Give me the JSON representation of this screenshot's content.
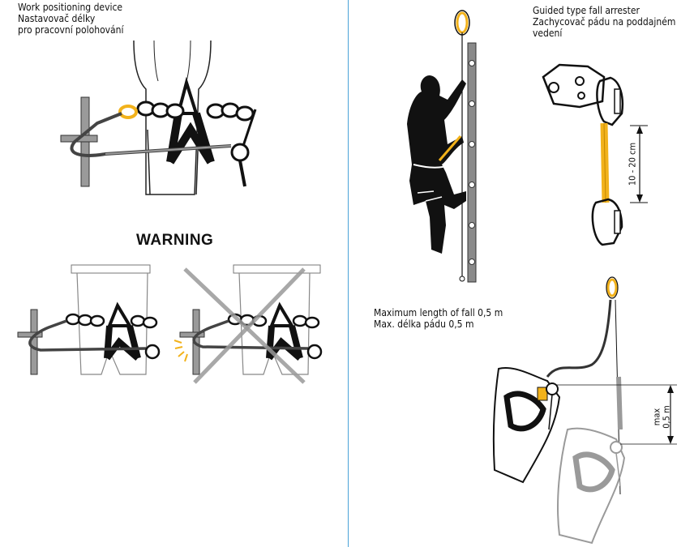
{
  "left": {
    "work_positioning": {
      "line1": "Work positioning device",
      "line2": "Nastavovač délky",
      "line3": "pro pracovní polohování"
    },
    "warning": "WARNING"
  },
  "right": {
    "guided_arrester": {
      "line1": "Guided type fall arrester",
      "line2": "Zachycovač pádu na poddajném",
      "line3": "vedení"
    },
    "connector_length_label": "10 - 20 cm",
    "max_fall": {
      "line1": "Maximum length of fall 0,5 m",
      "line2": "Max. délka pádu 0,5 m"
    },
    "max_label": "max",
    "half_meter_label": "0,5 m"
  },
  "colors": {
    "divider": "#4aa3d8",
    "carabiner_yellow": "#f2b21b",
    "ink": "#111111",
    "gray_figure": "#9a9a9a"
  }
}
